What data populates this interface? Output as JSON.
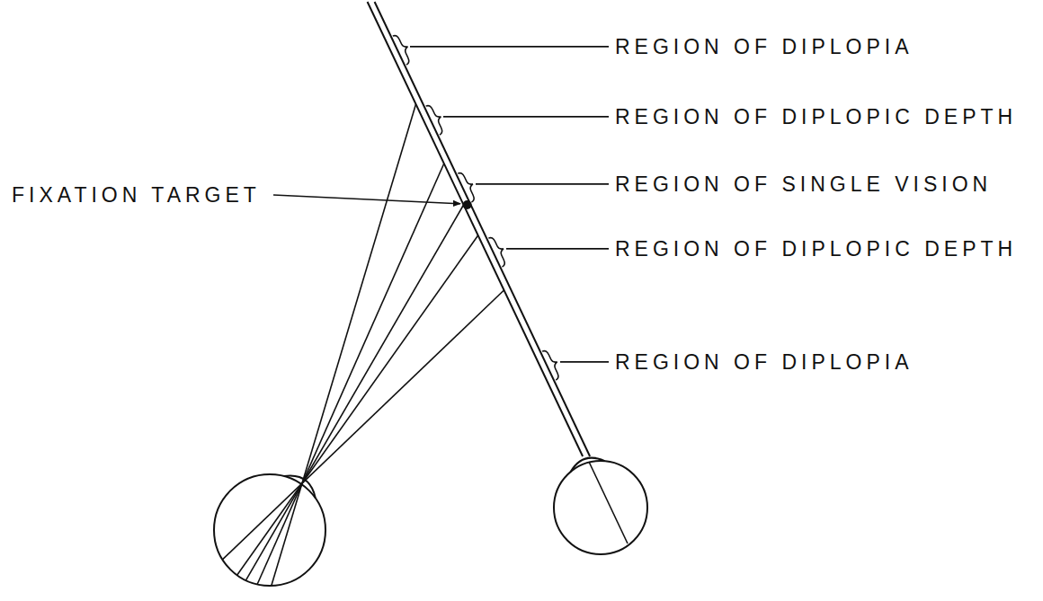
{
  "diagram": {
    "labels": [
      "REGION OF DIPLOPIA",
      "REGION OF DIPLOPIC DEPTH",
      "FIXATION TARGET",
      "REGION OF SINGLE VISION",
      "REGION OF DIPLOPIC DEPTH",
      "REGION OF DIPLOPIA"
    ]
  }
}
